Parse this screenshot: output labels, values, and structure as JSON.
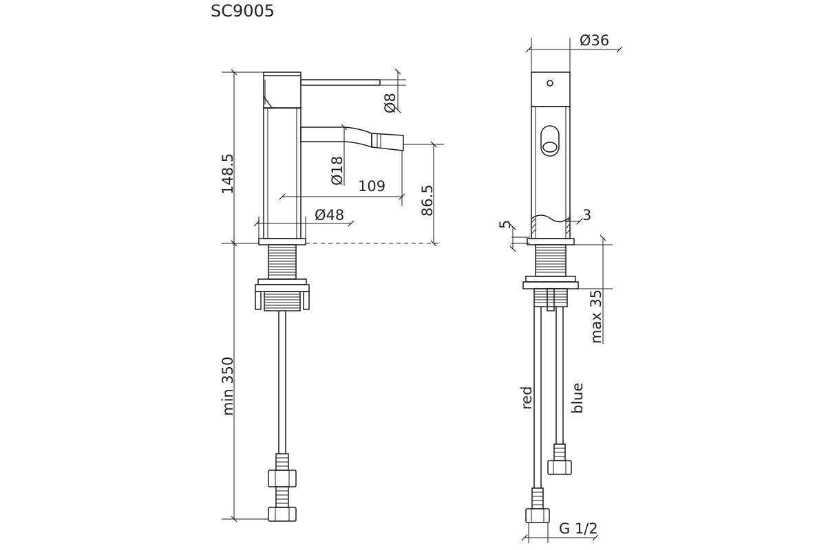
{
  "model": "SC9005",
  "dimensions": {
    "spout_diameter": "Ø18",
    "lever_diameter": "Ø8",
    "body_diameter": "Ø48",
    "top_diameter": "Ø36",
    "spout_reach": "109",
    "spout_height": "86.5",
    "total_height": "148.5",
    "hose_length": "min 350",
    "wall_left": "5",
    "wall_right": "3",
    "deck_thickness": "max 35",
    "connection": "G 1/2"
  },
  "hoses": {
    "hot": "red",
    "cold": "blue"
  }
}
